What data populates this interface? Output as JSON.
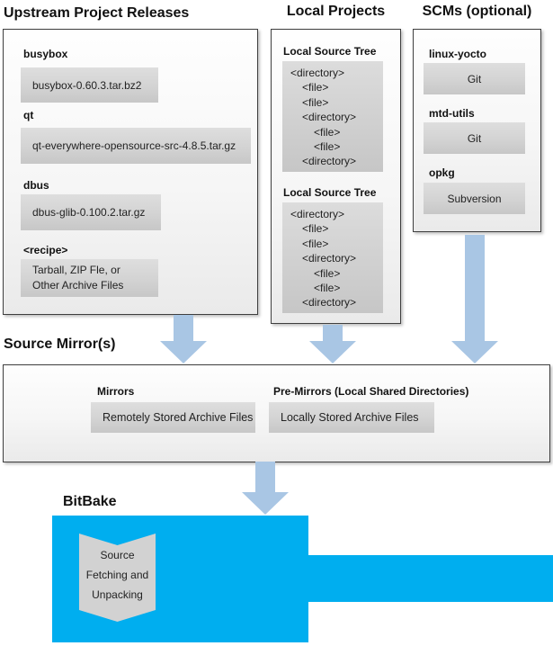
{
  "colors": {
    "accent-blue": "#00AEEF",
    "arrow-blue": "#A9C6E4"
  },
  "headings": {
    "upstream": "Upstream Project Releases",
    "local": "Local Projects",
    "scms": "SCMs (optional)",
    "source_mirrors": "Source Mirror(s)",
    "bitbake": "BitBake"
  },
  "upstream": {
    "items": [
      {
        "label": "busybox",
        "file_lines": [
          "busybox-0.60.3.tar.bz2"
        ]
      },
      {
        "label": "qt",
        "file_lines": [
          "qt-everywhere-opensource-src-4.8.5.tar.gz"
        ]
      },
      {
        "label": "dbus",
        "file_lines": [
          "dbus-glib-0.100.2.tar.gz"
        ]
      },
      {
        "label": "<recipe>",
        "file_lines": [
          "Tarball, ZIP Fle, or",
          "Other Archive Files"
        ]
      }
    ]
  },
  "local": {
    "trees": [
      {
        "title": "Local Source Tree",
        "lines": [
          {
            "text": "<directory>",
            "indent": 0
          },
          {
            "text": "<file>",
            "indent": 1
          },
          {
            "text": "<file>",
            "indent": 1
          },
          {
            "text": "<directory>",
            "indent": 1
          },
          {
            "text": "<file>",
            "indent": 2
          },
          {
            "text": "<file>",
            "indent": 2
          },
          {
            "text": "<directory>",
            "indent": 1
          }
        ]
      },
      {
        "title": "Local Source Tree",
        "lines": [
          {
            "text": "<directory>",
            "indent": 0
          },
          {
            "text": "<file>",
            "indent": 1
          },
          {
            "text": "<file>",
            "indent": 1
          },
          {
            "text": "<directory>",
            "indent": 1
          },
          {
            "text": "<file>",
            "indent": 2
          },
          {
            "text": "<file>",
            "indent": 2
          },
          {
            "text": "<directory>",
            "indent": 1
          }
        ]
      }
    ]
  },
  "scms": {
    "items": [
      {
        "label": "linux-yocto",
        "tool": "Git"
      },
      {
        "label": "mtd-utils",
        "tool": "Git"
      },
      {
        "label": "opkg",
        "tool": "Subversion"
      }
    ]
  },
  "mirrors": {
    "mirrors_label": "Mirrors",
    "mirrors_box": "Remotely Stored Archive Files",
    "premirrors_label": "Pre-Mirrors (Local Shared Directories)",
    "premirrors_box": "Locally Stored Archive Files"
  },
  "bitbake": {
    "ribbon_lines": [
      "Source",
      "Fetching and",
      "Unpacking"
    ]
  }
}
